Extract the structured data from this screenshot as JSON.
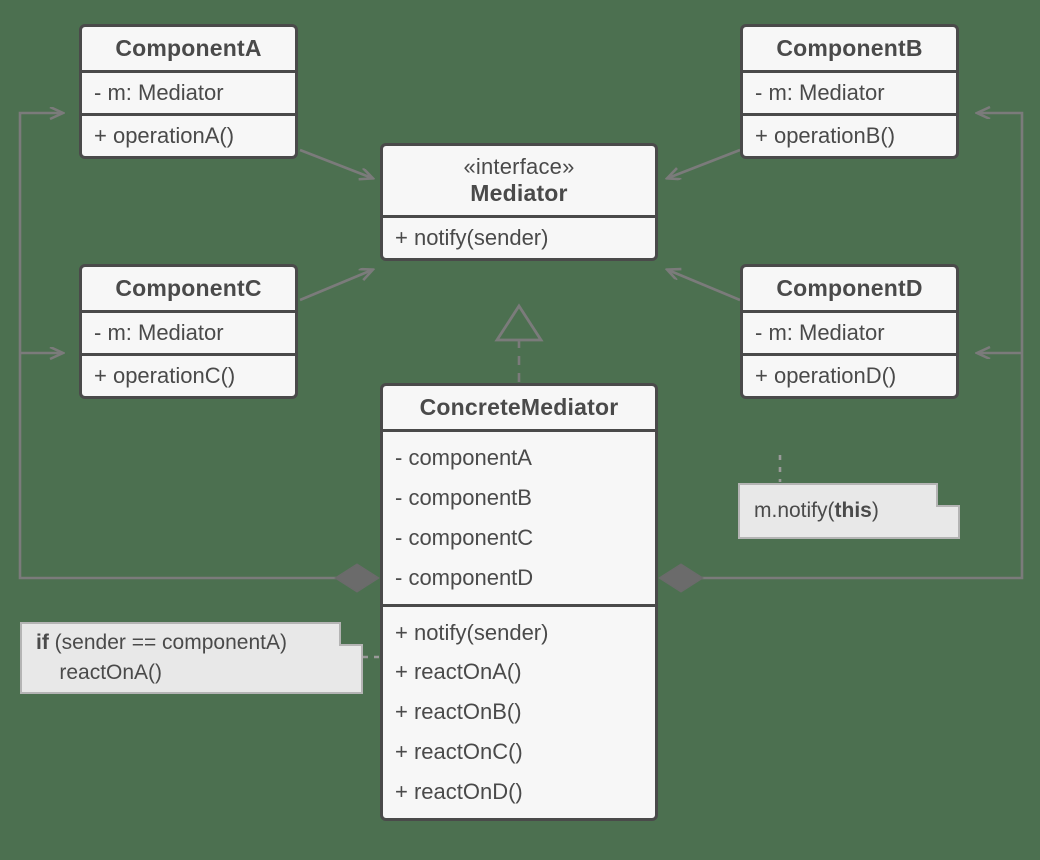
{
  "diagram": {
    "title": "Mediator pattern class diagram",
    "background_color": "#4c7050",
    "box_fill": "#f7f7f7",
    "box_border": "#4a4a4a",
    "note_fill": "#e8e8e8",
    "note_border": "#b4b4b4",
    "line_color": "#7b7b7b",
    "text_color": "#4a4a4a"
  },
  "classes": {
    "component_a": {
      "name": "ComponentA",
      "field": "- m: Mediator",
      "method": "+ operationA()"
    },
    "component_b": {
      "name": "ComponentB",
      "field": "- m: Mediator",
      "method": "+ operationB()"
    },
    "component_c": {
      "name": "ComponentC",
      "field": "- m: Mediator",
      "method": "+ operationC()"
    },
    "component_d": {
      "name": "ComponentD",
      "field": "- m: Mediator",
      "method": "+ operationD()"
    },
    "mediator": {
      "stereotype": "«interface»",
      "name": "Mediator",
      "method": "+ notify(sender)"
    },
    "concrete_mediator": {
      "name": "ConcreteMediator",
      "fields": [
        "- componentA",
        "- componentB",
        "- componentC",
        "- componentD"
      ],
      "methods": [
        "+ notify(sender)",
        "+ reactOnA()",
        "+ reactOnB()",
        "+ reactOnC()",
        "+ reactOnD()"
      ]
    }
  },
  "notes": {
    "react_note": {
      "line1_bold": "if",
      "line1_rest": " (sender == componentA)",
      "line2": "    reactOnA()"
    },
    "notify_note": {
      "prefix": "m.notify(",
      "bold": "this",
      "suffix": ")"
    }
  },
  "relations": [
    {
      "name": "componentA-uses-mediator",
      "type": "association",
      "from": "ComponentA",
      "to": "Mediator"
    },
    {
      "name": "componentB-uses-mediator",
      "type": "association",
      "from": "ComponentB",
      "to": "Mediator"
    },
    {
      "name": "componentC-uses-mediator",
      "type": "association",
      "from": "ComponentC",
      "to": "Mediator"
    },
    {
      "name": "componentD-uses-mediator",
      "type": "association",
      "from": "ComponentD",
      "to": "Mediator"
    },
    {
      "name": "concretemediator-implements-mediator",
      "type": "realization",
      "from": "ConcreteMediator",
      "to": "Mediator"
    },
    {
      "name": "concretemediator-composes-left",
      "type": "composition",
      "from": "ConcreteMediator",
      "to": "ComponentA / ComponentC"
    },
    {
      "name": "concretemediator-composes-right",
      "type": "composition",
      "from": "ConcreteMediator",
      "to": "ComponentB / ComponentD"
    },
    {
      "name": "note-anchor-react",
      "type": "note-link",
      "from": "if (sender == componentA) reactOnA()",
      "to": "ConcreteMediator"
    },
    {
      "name": "note-anchor-notify",
      "type": "note-link",
      "from": "m.notify(this)",
      "to": "ComponentD"
    }
  ]
}
